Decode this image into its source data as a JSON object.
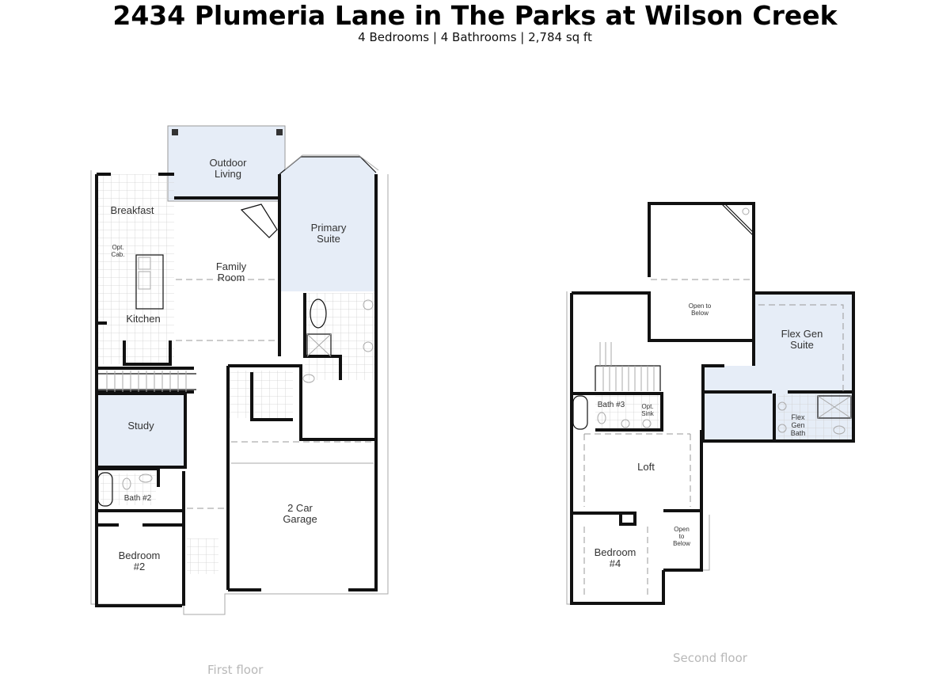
{
  "header": {
    "title": "2434 Plumeria Lane in The Parks at Wilson Creek",
    "subtitle": "4 Bedrooms | 4 Bathrooms | 2,784 sq ft"
  },
  "colors": {
    "highlight_room": "#e6edf7",
    "wall": "#111111",
    "floor_label": "#b8b8b8"
  },
  "first_floor": {
    "label": "First floor",
    "rooms": {
      "outdoor_living": [
        "Outdoor",
        "Living"
      ],
      "breakfast": "Breakfast",
      "opt_cab": [
        "Opt.",
        "Cab."
      ],
      "kitchen": "Kitchen",
      "family_room": [
        "Family",
        "Room"
      ],
      "primary_suite": [
        "Primary",
        "Suite"
      ],
      "study": "Study",
      "bath2": "Bath #2",
      "bedroom2": [
        "Bedroom",
        "#2"
      ],
      "garage": [
        "2 Car",
        "Garage"
      ]
    }
  },
  "second_floor": {
    "label": "Second floor",
    "rooms": {
      "open_to_below_top": [
        "Open to",
        "Below"
      ],
      "flex_gen_suite": [
        "Flex Gen",
        "Suite"
      ],
      "bath3": "Bath #3",
      "opt_sink": [
        "Opt.",
        "Sink"
      ],
      "flex_gen_bath": [
        "Flex",
        "Gen",
        "Bath"
      ],
      "loft": "Loft",
      "bedroom4": [
        "Bedroom",
        "#4"
      ],
      "open_to_below_small": [
        "Open",
        "to",
        "Below"
      ]
    }
  }
}
